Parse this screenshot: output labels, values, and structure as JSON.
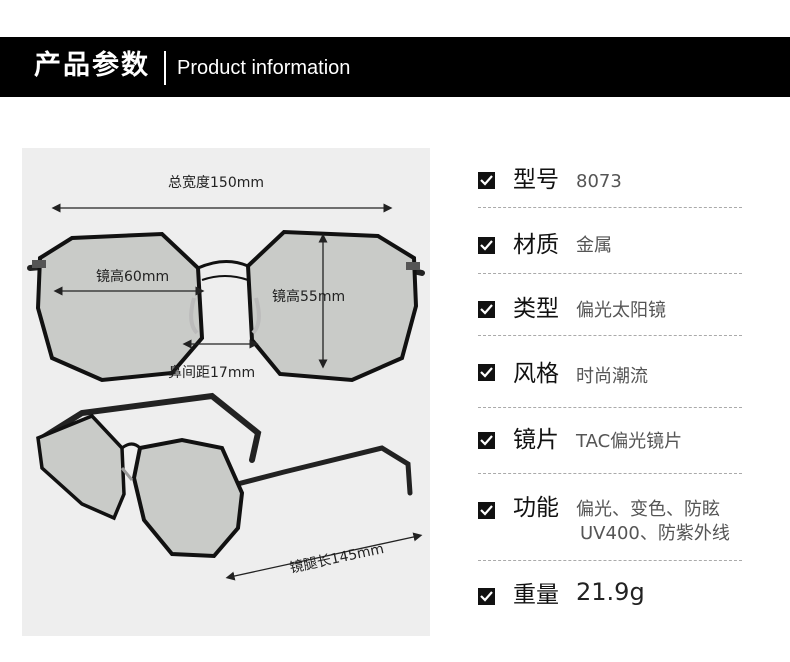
{
  "header": {
    "title_cn": "产品参数",
    "title_en": "Product information"
  },
  "dimensions": {
    "total_width": "总宽度150mm",
    "lens_height_left": "镜高60mm",
    "lens_height_right": "镜高55mm",
    "bridge": "鼻间距17mm",
    "temple": "镜腿长145mm"
  },
  "specs": [
    {
      "label": "型号",
      "value": "8073"
    },
    {
      "label": "材质",
      "value": "金属"
    },
    {
      "label": "类型",
      "value": "偏光太阳镜"
    },
    {
      "label": "风格",
      "value": "时尚潮流"
    },
    {
      "label": "镜片",
      "value": "TAC偏光镜片"
    },
    {
      "label": "功能",
      "value_line1": "偏光、变色、防眩",
      "value_line2": "UV400、防紫外线"
    },
    {
      "label": "重量",
      "value": "21.9g"
    }
  ],
  "icons": {
    "check": "checkbox-check-icon"
  },
  "colors": {
    "header_bg": "#000000",
    "panel_bg": "#eeeeee",
    "check_bg": "#111111"
  }
}
